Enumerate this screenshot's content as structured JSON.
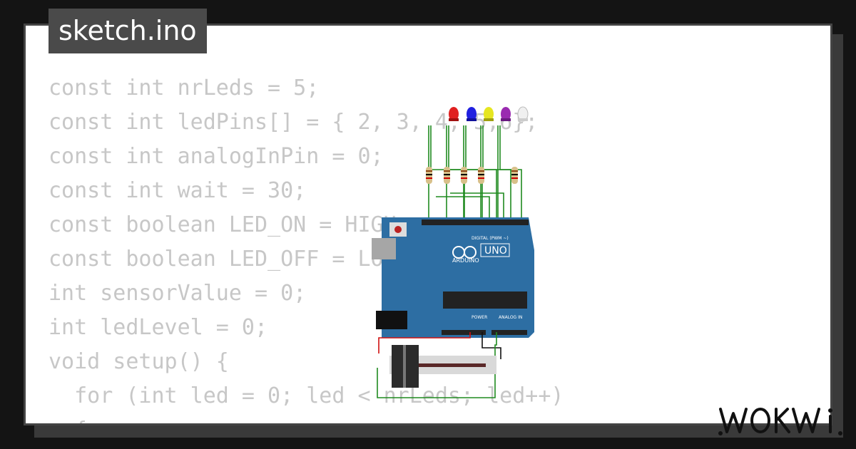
{
  "window": {
    "title": "sketch.ino"
  },
  "code": {
    "lines": [
      "const int nrLeds = 5;",
      "const int ledPins[] = { 2, 3, 4, 5,6};",
      "const int analogInPin = 0;",
      "const int wait = 30;",
      "const boolean LED_ON = HIGH;",
      "const boolean LED_OFF = LOW;",
      "int sensorValue = 0;",
      "int ledLevel = 0;",
      "void setup() {",
      "  for (int led = 0; led < nrLeds; led++)",
      "  {"
    ]
  },
  "diagram": {
    "board_brand": "ARDUINO",
    "board_model": "UNO",
    "digital_header_label": "DIGITAL (PWM ~)",
    "power_header_label": "POWER",
    "analog_header_label": "ANALOG IN",
    "led_colors": [
      "#e02020",
      "#2020e0",
      "#e6e620",
      "#9a2ab0",
      "#f0f0f0"
    ],
    "board_color": "#2d6ea3",
    "wire_color": "#1f8a1f"
  },
  "brand": {
    "logo_text": "WOKWI"
  }
}
